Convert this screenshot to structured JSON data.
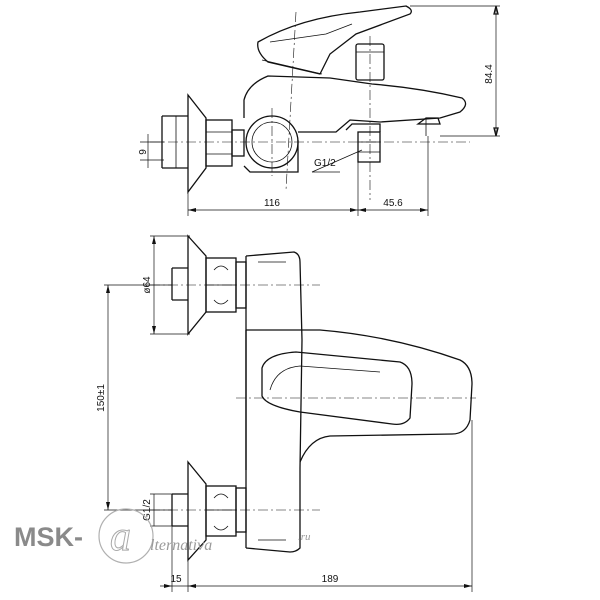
{
  "dimensions": {
    "side_height": "84.4",
    "side_offset": "9",
    "thread_side": "G1/2",
    "width_116": "116",
    "width_45_6": "45.6",
    "diameter": "ø64",
    "center_distance": "150±1",
    "thread_top": "G1/2",
    "width_15": "15",
    "width_189": "189"
  },
  "watermark": {
    "brand": "MSK-",
    "letter": "a",
    "suffix": "lternativa",
    "tld": ".ru"
  }
}
